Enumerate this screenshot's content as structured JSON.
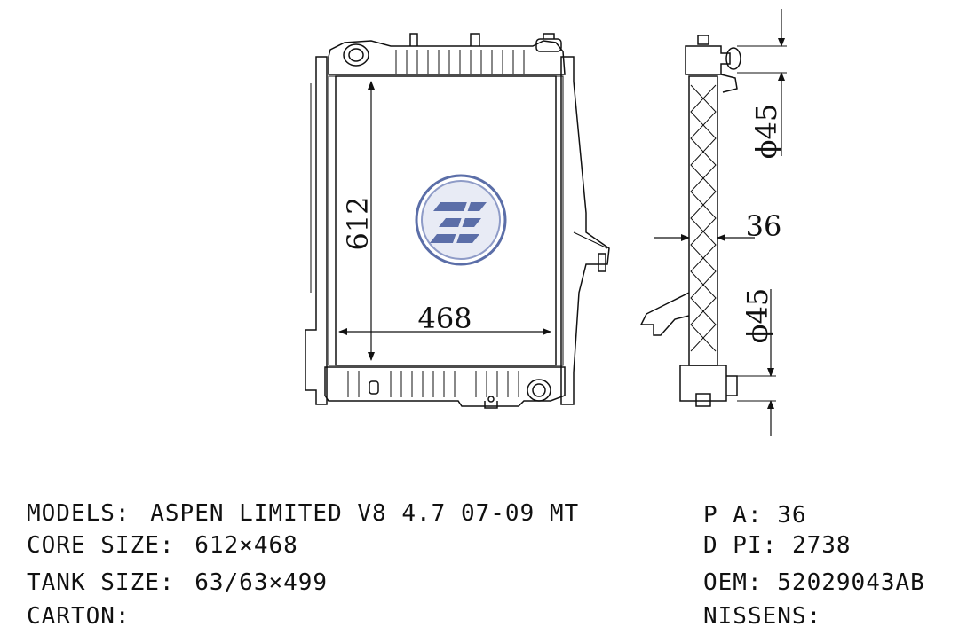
{
  "drawing": {
    "front": {
      "height_dim": "612",
      "width_dim": "468"
    },
    "side": {
      "top_pipe_dim": "ϕ45",
      "thickness_dim": "36",
      "bottom_pipe_dim": "ϕ45"
    },
    "logo_icon": "company-logo-icon"
  },
  "specs": {
    "left": [
      {
        "label": "MODELS:",
        "value": "ASPEN LIMITED V8 4.7 07-09 MT"
      },
      {
        "label": "CORE SIZE:",
        "value": "612×468"
      },
      {
        "label": "TANK SIZE:",
        "value": "63/63×499"
      },
      {
        "label": "CARTON:",
        "value": ""
      }
    ],
    "right": [
      {
        "label": "P A:",
        "value": "36"
      },
      {
        "label": "D PI:",
        "value": "2738"
      },
      {
        "label": "OEM:",
        "value": "52029043AB"
      },
      {
        "label": "NISSENS:",
        "value": ""
      }
    ]
  }
}
